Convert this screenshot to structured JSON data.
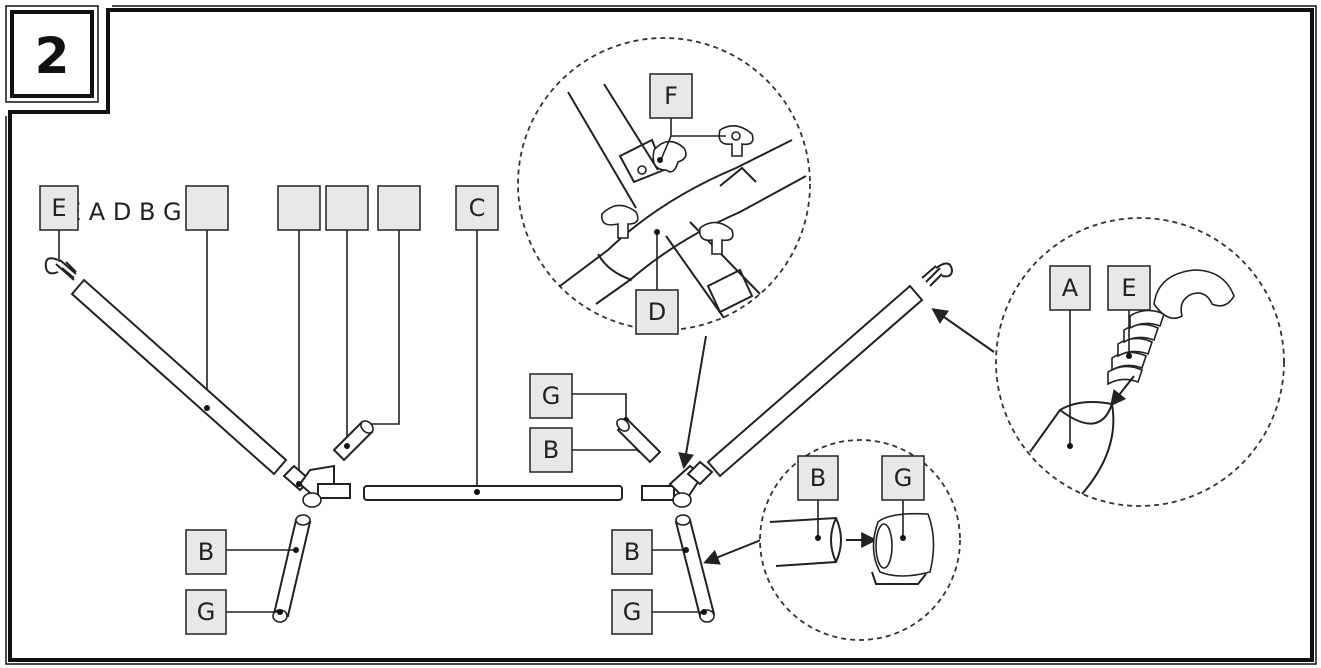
{
  "step": {
    "number": "2"
  },
  "sequence_text": "E A D B G",
  "labels": {
    "e_top_left": "E",
    "c_top": "C",
    "f_detail": "F",
    "d_detail": "D",
    "g_right_upper": "G",
    "b_right_upper": "B",
    "a_detail": "A",
    "e_detail": "E",
    "b_small_detail": "B",
    "g_small_detail": "G",
    "b_left_lower": "B",
    "g_left_lower": "G",
    "b_right_lower": "B",
    "g_right_lower": "G"
  },
  "colors": {
    "ink": "#222222",
    "label_fill": "#e8e8e8",
    "background": "#ffffff"
  }
}
